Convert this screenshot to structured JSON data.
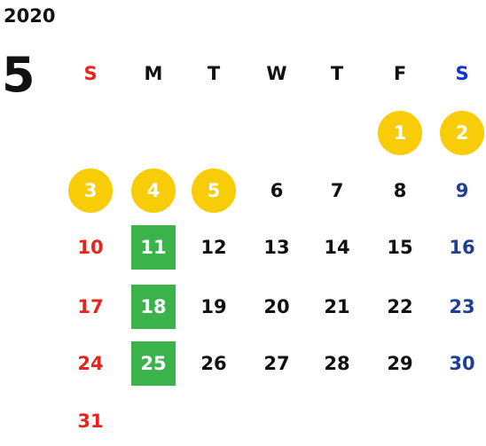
{
  "year": "2020",
  "month": "5",
  "weekdays": [
    "S",
    "M",
    "T",
    "W",
    "T",
    "F",
    "S"
  ],
  "colors": {
    "sunday": "#e8251c",
    "saturday_header": "#1432d6",
    "saturday": "#1f3f96",
    "weekday": "#111111",
    "holiday_fill": "#f8cc07",
    "marked_fill": "#3bb34b"
  },
  "weeks": [
    [
      null,
      null,
      null,
      null,
      null,
      {
        "day": "1",
        "style": "holiday"
      },
      {
        "day": "2",
        "style": "holiday"
      }
    ],
    [
      {
        "day": "3",
        "style": "holiday"
      },
      {
        "day": "4",
        "style": "holiday"
      },
      {
        "day": "5",
        "style": "holiday"
      },
      {
        "day": "6"
      },
      {
        "day": "7"
      },
      {
        "day": "8"
      },
      {
        "day": "9"
      }
    ],
    [
      {
        "day": "10"
      },
      {
        "day": "11",
        "style": "marked"
      },
      {
        "day": "12"
      },
      {
        "day": "13"
      },
      {
        "day": "14"
      },
      {
        "day": "15"
      },
      {
        "day": "16"
      }
    ],
    [
      {
        "day": "17"
      },
      {
        "day": "18",
        "style": "marked"
      },
      {
        "day": "19"
      },
      {
        "day": "20"
      },
      {
        "day": "21"
      },
      {
        "day": "22"
      },
      {
        "day": "23"
      }
    ],
    [
      {
        "day": "24"
      },
      {
        "day": "25",
        "style": "marked"
      },
      {
        "day": "26"
      },
      {
        "day": "27"
      },
      {
        "day": "28"
      },
      {
        "day": "29"
      },
      {
        "day": "30"
      }
    ],
    [
      {
        "day": "31"
      },
      null,
      null,
      null,
      null,
      null,
      null
    ]
  ]
}
